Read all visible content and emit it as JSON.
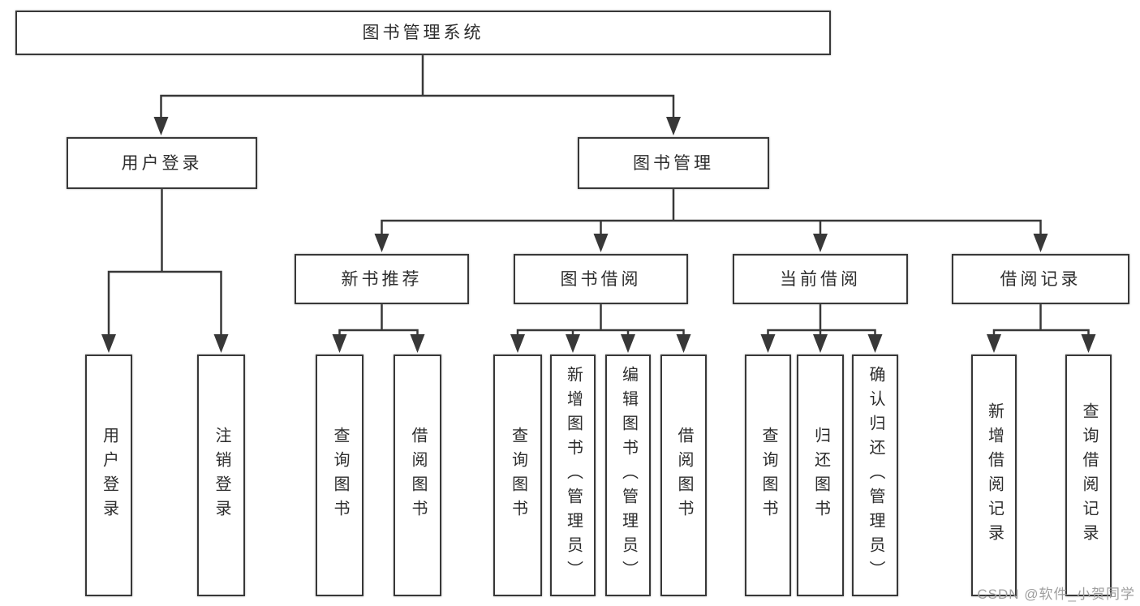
{
  "colors": {
    "line": "#383838",
    "text": "#2d2d2d",
    "box_background": "#ffffff",
    "watermark": "#9e9e9e"
  },
  "tree": {
    "root": {
      "label": "图书管理系统",
      "children": [
        {
          "label": "用户登录",
          "children": [
            {
              "label": "用户登录"
            },
            {
              "label": "注销登录"
            }
          ]
        },
        {
          "label": "图书管理",
          "children": [
            {
              "label": "新书推荐",
              "children": [
                {
                  "label": "查询图书"
                },
                {
                  "label": "借阅图书"
                }
              ]
            },
            {
              "label": "图书借阅",
              "children": [
                {
                  "label": "查询图书"
                },
                {
                  "label": "新增图书（管理员）"
                },
                {
                  "label": "编辑图书（管理员）"
                },
                {
                  "label": "借阅图书"
                }
              ]
            },
            {
              "label": "当前借阅",
              "children": [
                {
                  "label": "查询图书"
                },
                {
                  "label": "归还图书"
                },
                {
                  "label": "确认归还（管理员）"
                }
              ]
            },
            {
              "label": "借阅记录",
              "children": [
                {
                  "label": "新增借阅记录"
                },
                {
                  "label": "查询借阅记录"
                }
              ]
            }
          ]
        }
      ]
    }
  },
  "watermark": {
    "text": "CSDN @软件_小贺同学"
  }
}
